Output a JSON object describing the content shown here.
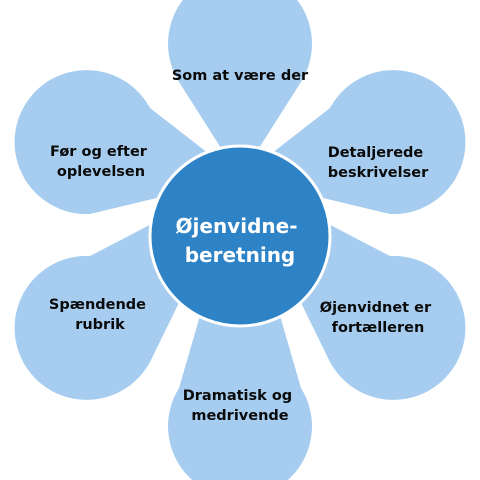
{
  "center": {
    "lines": [
      "Øjenvidne-",
      "beretning"
    ]
  },
  "petals": [
    {
      "lines": [
        "Som at være der"
      ]
    },
    {
      "lines": [
        "Detaljerede",
        "beskrivelser"
      ]
    },
    {
      "lines": [
        "Øjenvidnet er",
        "fortælleren"
      ]
    },
    {
      "lines": [
        "Dramatisk og",
        "medrivende"
      ]
    },
    {
      "lines": [
        "Spændende",
        "rubrik"
      ]
    },
    {
      "lines": [
        "Før og efter",
        "oplevelsen"
      ]
    }
  ],
  "colors": {
    "petal_fill": "#a6cdef",
    "center_fill": "#2e83c7",
    "text_dark": "#0a0a0a",
    "text_light": "#ffffff"
  }
}
